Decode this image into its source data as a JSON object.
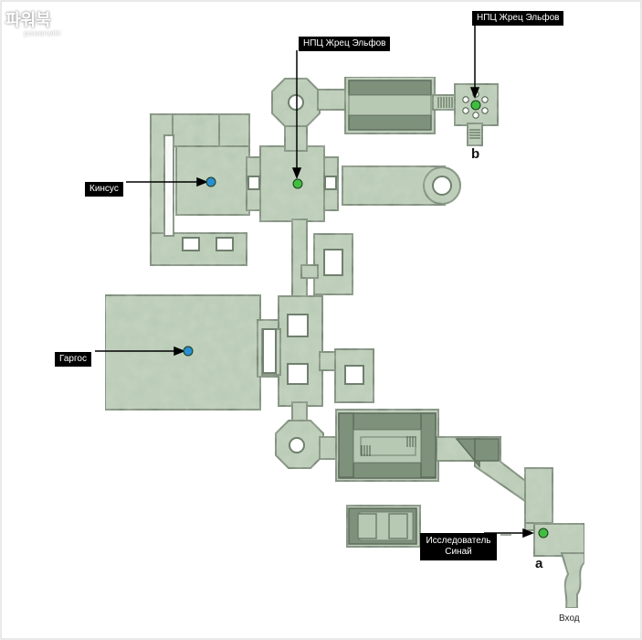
{
  "watermark": {
    "main": "파워북",
    "sub": "powerwiki"
  },
  "labels": {
    "npc_priest_1": "НПЦ Жрец Эльфов",
    "npc_priest_2": "НПЦ Жрец Эльфов",
    "kinsus": "Кинсус",
    "gargos": "Гаргос",
    "researcher": "Исследователь Синай",
    "entrance": "Вход",
    "point_a": "a",
    "point_b": "b"
  },
  "colors": {
    "floor": "#b7c9b3",
    "wall": "#6f806d",
    "dark_floor": "#7e917b",
    "npc_green": "#3fbf3f",
    "npc_blue": "#2a8fd0"
  }
}
